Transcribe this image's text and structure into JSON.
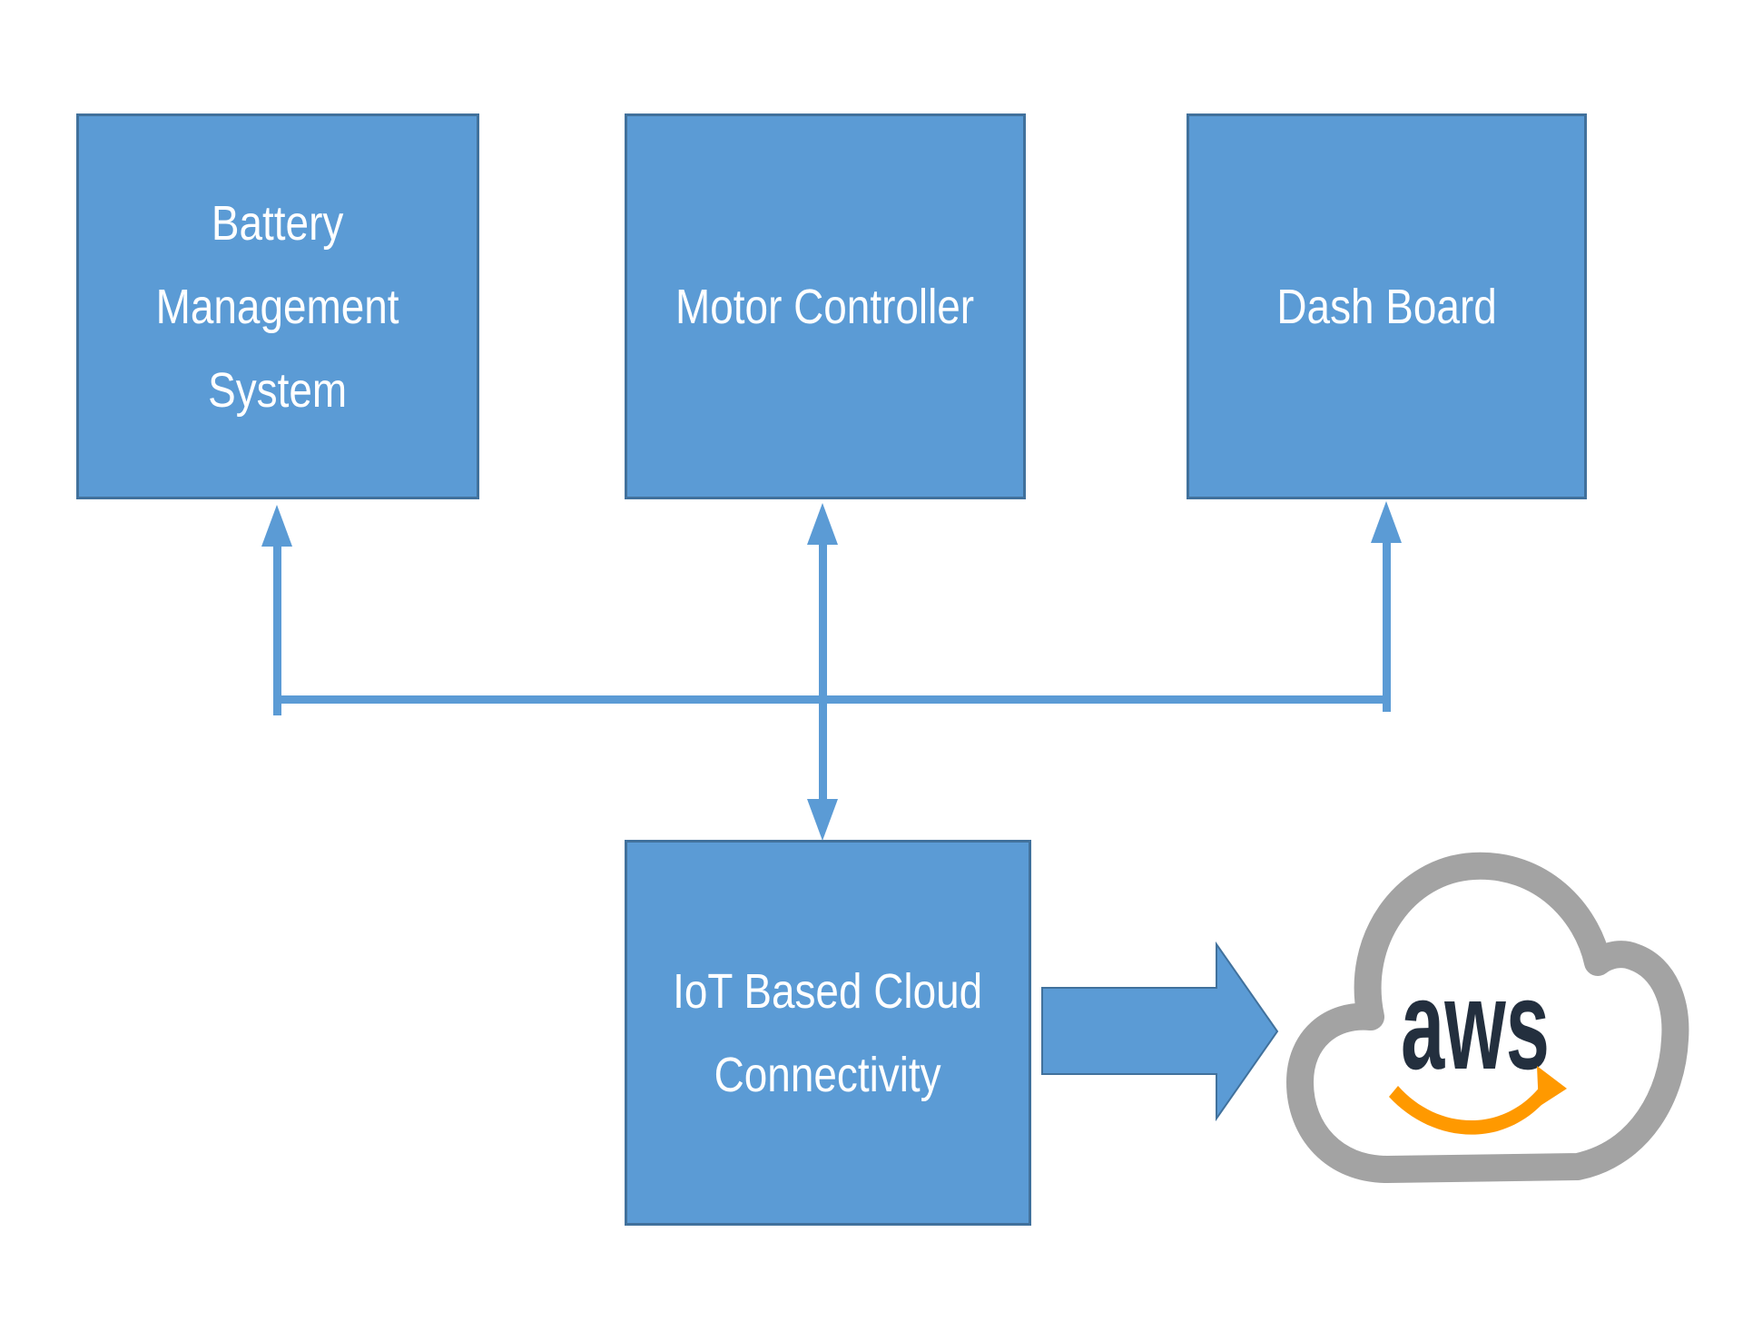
{
  "nodes": {
    "battery": {
      "id": "battery-management-system",
      "lines": [
        "Battery",
        "Management",
        "System"
      ]
    },
    "motor": {
      "id": "motor-controller",
      "lines": [
        "Motor Controller"
      ]
    },
    "dashboard": {
      "id": "dash-board",
      "lines": [
        "Dash Board"
      ]
    },
    "iot": {
      "id": "iot-based-cloud-connectivity",
      "lines": [
        "IoT Based Cloud",
        "Connectivity"
      ]
    }
  },
  "aws_logo": {
    "wordmark": "aws"
  },
  "connections": [
    {
      "from": "bus",
      "to": "battery-management-system",
      "style": "arrow-up"
    },
    {
      "from": "motor-controller",
      "to": "iot-based-cloud-connectivity",
      "style": "double-arrow-vertical"
    },
    {
      "from": "bus",
      "to": "dash-board",
      "style": "arrow-up"
    },
    {
      "from": "iot-based-cloud-connectivity",
      "to": "aws-cloud",
      "style": "block-arrow-right"
    }
  ],
  "colors": {
    "background": "#ffffff",
    "box_fill": "#5b9bd5",
    "box_border": "#41719c",
    "connector": "#5b9bd5",
    "text_white": "#ffffff",
    "cloud_gray": "#a3a3a3",
    "aws_navy": "#232f3e",
    "smile_orange": "#ff9900"
  }
}
